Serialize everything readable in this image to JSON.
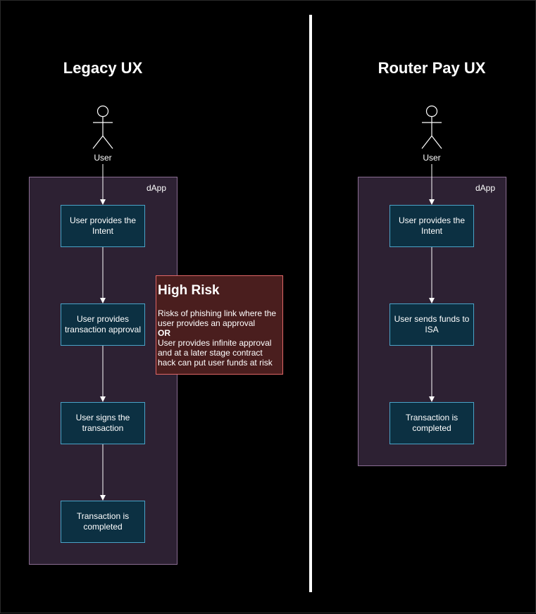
{
  "legacy": {
    "title": "Legacy UX",
    "user_label": "User",
    "container_label": "dApp",
    "steps": [
      "User provides the Intent",
      "User provides transaction approval",
      "User signs the transaction",
      "Transaction is completed"
    ]
  },
  "router": {
    "title": "Router Pay UX",
    "user_label": "User",
    "container_label": "dApp",
    "steps": [
      "User provides the Intent",
      "User sends funds to ISA",
      "Transaction is completed"
    ]
  },
  "risk": {
    "title": "High Risk",
    "line1": "Risks of phishing link where the user provides an approval",
    "or": "OR",
    "line2": "User provides infinite approval and at a later stage contract hack can put user funds at risk"
  },
  "colors": {
    "background": "#000000",
    "container_fill": "#2d2133",
    "container_border": "#8a6d93",
    "step_fill": "#0c3042",
    "step_border": "#4aa3c8",
    "risk_fill": "#4a1e1e",
    "risk_border": "#e06666"
  }
}
